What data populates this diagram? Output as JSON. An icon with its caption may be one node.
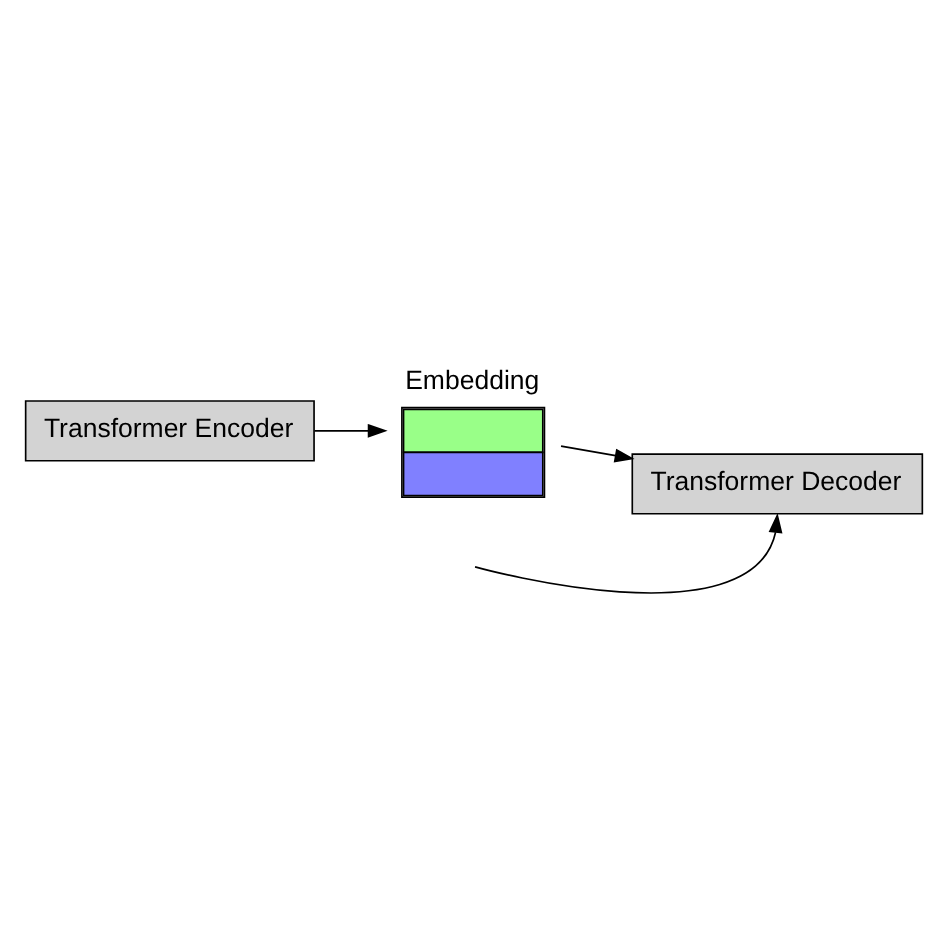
{
  "diagram": {
    "nodes": [
      {
        "text": [
          "Transformer Encoder"
        ]
      },
      {
        "text": [],
        "shape": "box",
        "beside": [
          "Embedding"
        ]
      },
      {
        "text": [
          "Transformer Decoder"
        ]
      }
    ],
    "edges": [
      {
        "from": 0,
        "to": 1,
        "arrow": "to"
      },
      {
        "from": 1,
        "to": 2,
        "arrow": "to"
      },
      {
        "from": null,
        "to": 2,
        "arrow": "to"
      }
    ]
  }
}
